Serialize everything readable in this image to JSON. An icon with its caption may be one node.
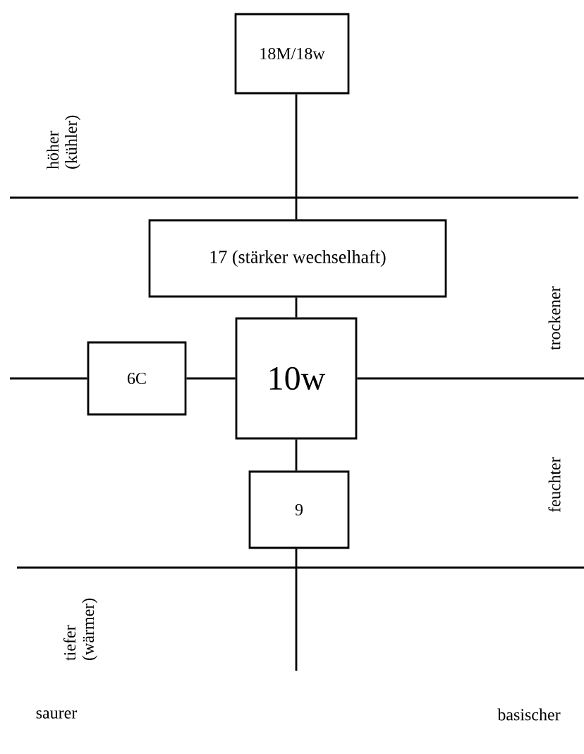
{
  "diagram": {
    "nodes": [
      {
        "text": [
          "18M/18w"
        ]
      },
      {
        "text": [
          "17 (stärker wechselhaft)"
        ]
      },
      {
        "text": [
          "10w"
        ]
      },
      {
        "text": [
          "6C"
        ]
      },
      {
        "text": [
          "9"
        ]
      }
    ],
    "edges": [
      {
        "from": 0,
        "to": 1,
        "arrow": "none"
      },
      {
        "from": 1,
        "to": 2,
        "arrow": "none"
      },
      {
        "from": 3,
        "to": 2,
        "arrow": "none"
      },
      {
        "from": 2,
        "to": 4,
        "arrow": "none"
      },
      {
        "from": null,
        "to": 3,
        "arrow": "none"
      },
      {
        "from": 2,
        "to": null,
        "arrow": "none"
      },
      {
        "from": 4,
        "to": null,
        "arrow": "none"
      }
    ],
    "labels": [
      "höher (kühler)",
      "trockener",
      "feuchter",
      "tiefer (wärmer)",
      "saurer",
      "basischer"
    ]
  }
}
